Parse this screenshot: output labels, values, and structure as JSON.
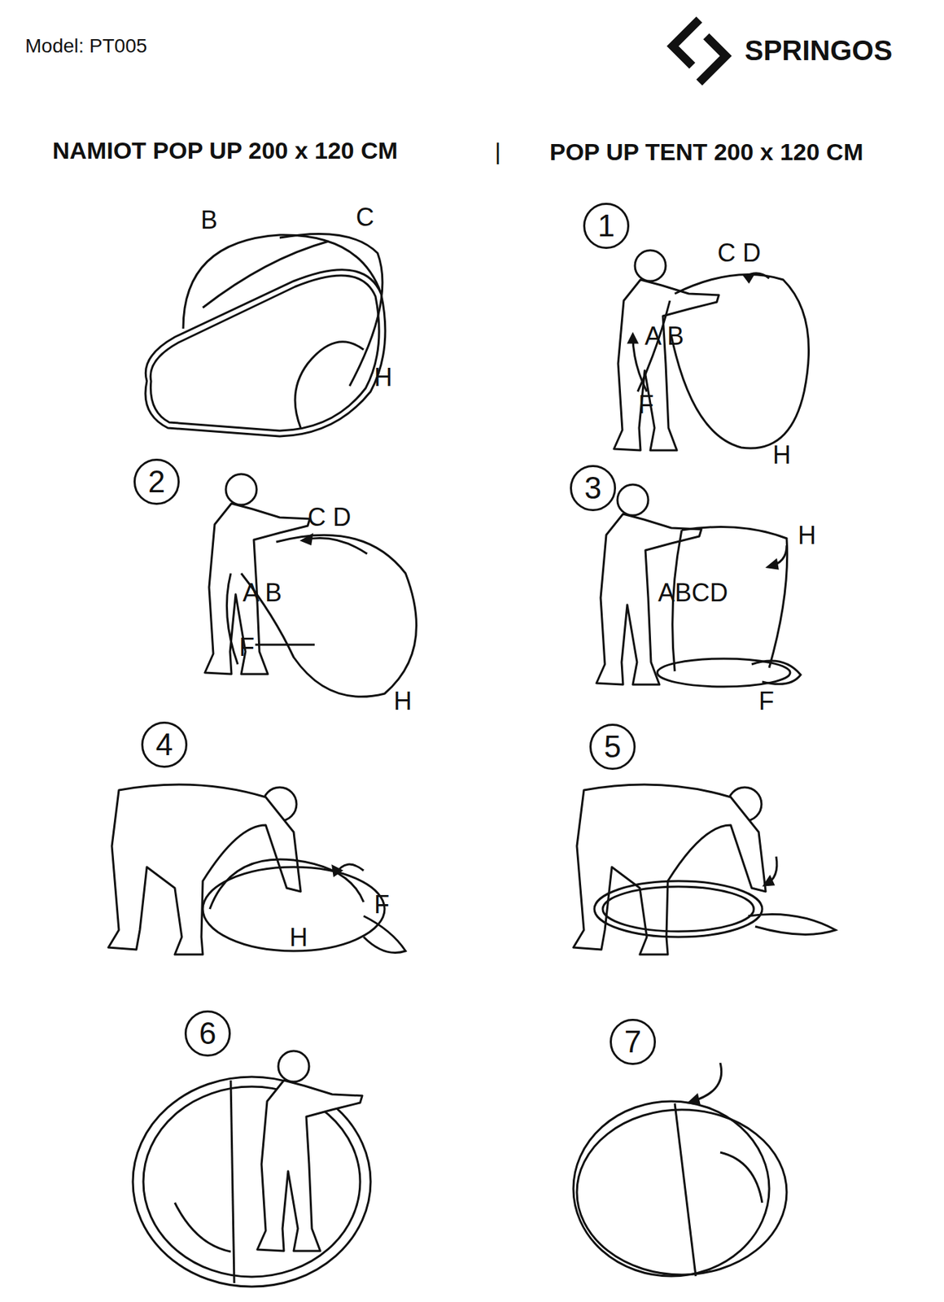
{
  "diagram": {
    "title": "NAMIOT POP UP 200 x 120 CM",
    "nodes": [
      {
        "text": [
          "1"
        ]
      },
      {
        "text": [
          "2"
        ]
      },
      {
        "text": [
          "3"
        ]
      },
      {
        "text": [
          "4"
        ]
      },
      {
        "text": [
          "5"
        ]
      },
      {
        "text": [
          "6"
        ]
      },
      {
        "text": [
          "7"
        ]
      }
    ],
    "edges": [],
    "labels": [
      "Model: PT005",
      "SPRINGOS",
      "|",
      "POP UP TENT 200 x 120 CM",
      "B",
      "C",
      "H",
      "C D",
      "A B",
      "F",
      "H",
      "C D",
      "A B",
      "F",
      "H",
      "H",
      "ABCD",
      "F",
      "F",
      "H"
    ]
  }
}
